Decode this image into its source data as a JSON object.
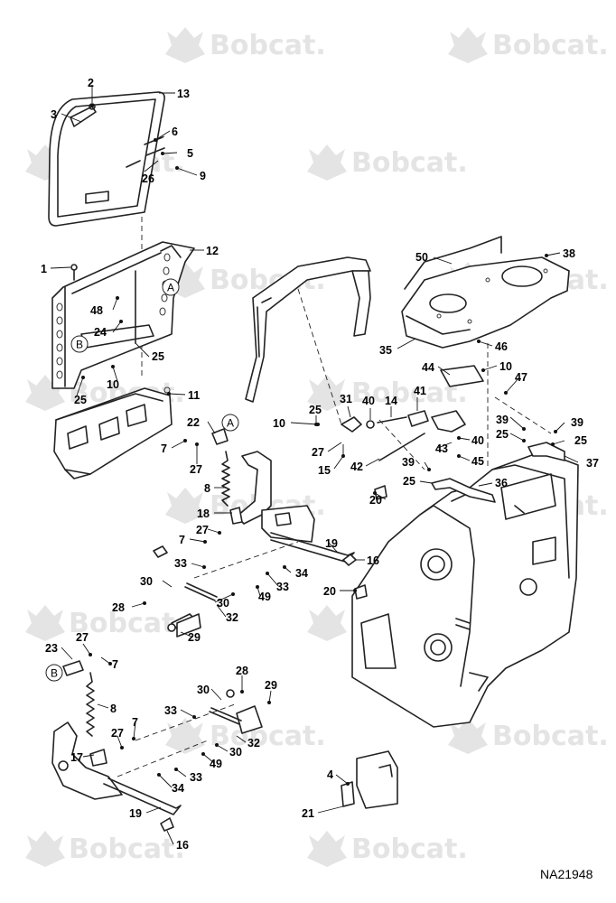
{
  "watermark": {
    "brand": "Bobcat."
  },
  "figure_id": "NA21948",
  "callouts": [
    {
      "id": "c-2",
      "text": "2"
    },
    {
      "id": "c-13",
      "text": "13"
    },
    {
      "id": "c-3",
      "text": "3"
    },
    {
      "id": "c-6a",
      "text": "6"
    },
    {
      "id": "c-5",
      "text": "5"
    },
    {
      "id": "c-26",
      "text": "26"
    },
    {
      "id": "c-9",
      "text": "9"
    },
    {
      "id": "c-1",
      "text": "1"
    },
    {
      "id": "c-12",
      "text": "12"
    },
    {
      "id": "c-48",
      "text": "48"
    },
    {
      "id": "c-24",
      "text": "24"
    },
    {
      "id": "c-25a",
      "text": "25"
    },
    {
      "id": "c-25b",
      "text": "25"
    },
    {
      "id": "c-10a",
      "text": "10"
    },
    {
      "id": "c-11",
      "text": "11"
    },
    {
      "id": "c-22",
      "text": "22"
    },
    {
      "id": "c-7a",
      "text": "7"
    },
    {
      "id": "c-27a",
      "text": "27"
    },
    {
      "id": "c-8a",
      "text": "8"
    },
    {
      "id": "c-18",
      "text": "18"
    },
    {
      "id": "c-27b",
      "text": "27"
    },
    {
      "id": "c-7b",
      "text": "7"
    },
    {
      "id": "c-19a",
      "text": "19"
    },
    {
      "id": "c-16a",
      "text": "16"
    },
    {
      "id": "c-33a",
      "text": "33"
    },
    {
      "id": "c-34a",
      "text": "34"
    },
    {
      "id": "c-30a",
      "text": "30"
    },
    {
      "id": "c-33b",
      "text": "33"
    },
    {
      "id": "c-49a",
      "text": "49"
    },
    {
      "id": "c-28a",
      "text": "28"
    },
    {
      "id": "c-30b",
      "text": "30"
    },
    {
      "id": "c-32a",
      "text": "32"
    },
    {
      "id": "c-29a",
      "text": "29"
    },
    {
      "id": "c-27c",
      "text": "27"
    },
    {
      "id": "c-23",
      "text": "23"
    },
    {
      "id": "c-7c",
      "text": "7"
    },
    {
      "id": "c-8b",
      "text": "8"
    },
    {
      "id": "c-7d",
      "text": "7"
    },
    {
      "id": "c-27d",
      "text": "27"
    },
    {
      "id": "c-17",
      "text": "17"
    },
    {
      "id": "c-28b",
      "text": "28"
    },
    {
      "id": "c-30c",
      "text": "30"
    },
    {
      "id": "c-29b",
      "text": "29"
    },
    {
      "id": "c-33c",
      "text": "33"
    },
    {
      "id": "c-32b",
      "text": "32"
    },
    {
      "id": "c-30d",
      "text": "30"
    },
    {
      "id": "c-49b",
      "text": "49"
    },
    {
      "id": "c-33d",
      "text": "33"
    },
    {
      "id": "c-34b",
      "text": "34"
    },
    {
      "id": "c-19b",
      "text": "19"
    },
    {
      "id": "c-16b",
      "text": "16"
    },
    {
      "id": "c-50",
      "text": "50"
    },
    {
      "id": "c-38",
      "text": "38"
    },
    {
      "id": "c-35",
      "text": "35"
    },
    {
      "id": "c-46",
      "text": "46"
    },
    {
      "id": "c-44",
      "text": "44"
    },
    {
      "id": "c-10b",
      "text": "10"
    },
    {
      "id": "c-47",
      "text": "47"
    },
    {
      "id": "c-31",
      "text": "31"
    },
    {
      "id": "c-40a",
      "text": "40"
    },
    {
      "id": "c-14",
      "text": "14"
    },
    {
      "id": "c-41",
      "text": "41"
    },
    {
      "id": "c-10c",
      "text": "10"
    },
    {
      "id": "c-25c",
      "text": "25"
    },
    {
      "id": "c-27e",
      "text": "27"
    },
    {
      "id": "c-39a",
      "text": "39"
    },
    {
      "id": "c-25d",
      "text": "25"
    },
    {
      "id": "c-27f",
      "text": "27"
    },
    {
      "id": "c-15",
      "text": "15"
    },
    {
      "id": "c-42",
      "text": "42"
    },
    {
      "id": "c-43",
      "text": "43"
    },
    {
      "id": "c-40b",
      "text": "40"
    },
    {
      "id": "c-45",
      "text": "45"
    },
    {
      "id": "c-39b",
      "text": "39"
    },
    {
      "id": "c-25e",
      "text": "25"
    },
    {
      "id": "c-39c",
      "text": "39"
    },
    {
      "id": "c-25f",
      "text": "25"
    },
    {
      "id": "c-37",
      "text": "37"
    },
    {
      "id": "c-36",
      "text": "36"
    },
    {
      "id": "c-20a",
      "text": "20"
    },
    {
      "id": "c-20b",
      "text": "20"
    },
    {
      "id": "c-4",
      "text": "4"
    },
    {
      "id": "c-21",
      "text": "21"
    }
  ],
  "markers": [
    {
      "id": "m-A1",
      "text": "A"
    },
    {
      "id": "m-B1",
      "text": "B"
    },
    {
      "id": "m-A2",
      "text": "A"
    },
    {
      "id": "m-B2",
      "text": "B"
    }
  ]
}
